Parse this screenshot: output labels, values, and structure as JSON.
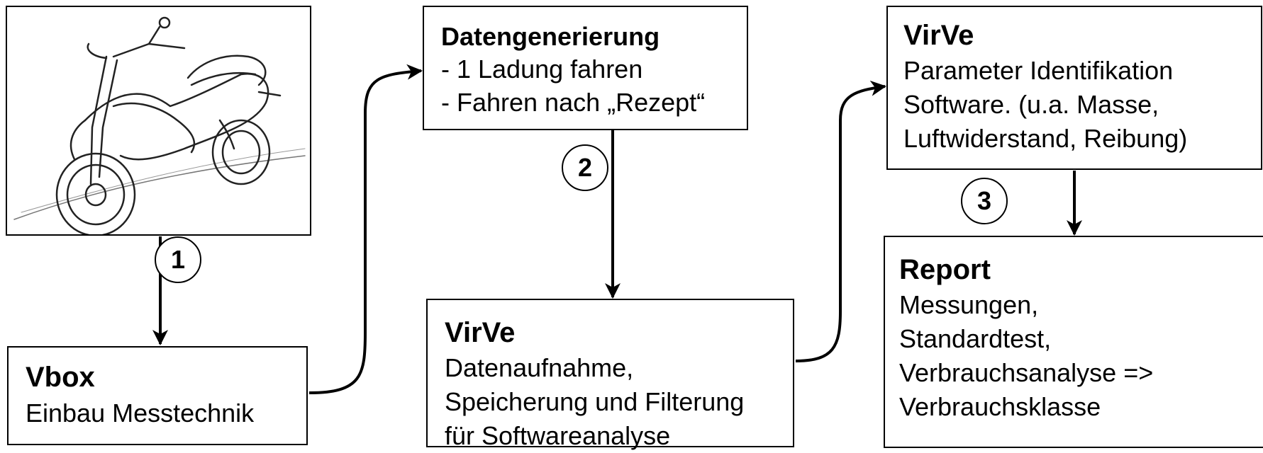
{
  "image": {
    "alt": "scooter sketch"
  },
  "vbox": {
    "title": "Vbox",
    "lines": [
      "Einbau Messtechnik"
    ]
  },
  "datengenerierung": {
    "title": "Datengenerierung",
    "lines": [
      "- 1 Ladung fahren",
      "- Fahren nach „Rezept“"
    ]
  },
  "virve_daten": {
    "title": "VirVe",
    "lines": [
      "Datenaufnahme,",
      "Speicherung und Filterung",
      "für Softwareanalyse"
    ]
  },
  "virve_param": {
    "title": "VirVe",
    "lines": [
      "Parameter Identifikation",
      "Software. (u.a. Masse,",
      "Luftwiderstand, Reibung)"
    ]
  },
  "report": {
    "title": "Report",
    "lines": [
      "Messungen,",
      "Standardtest,",
      "Verbrauchsanalyse =>",
      "Verbrauchsklasse"
    ]
  },
  "steps": [
    "1",
    "2",
    "3"
  ]
}
